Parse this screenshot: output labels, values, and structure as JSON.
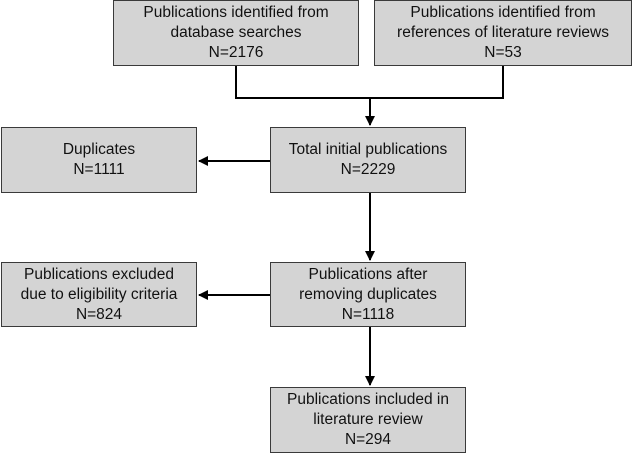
{
  "diagram": {
    "type": "flowchart",
    "colors": {
      "box_fill": "#d4d4d4",
      "box_border": "#3a3a3a",
      "line": "#000000",
      "text": "#111111"
    },
    "nodes": {
      "database_searches": {
        "lines": [
          "Publications identified from",
          "database searches",
          "N=2176"
        ]
      },
      "literature_references": {
        "lines": [
          "Publications identified from",
          "references of literature reviews",
          "N=53"
        ]
      },
      "total_initial": {
        "lines": [
          "Total initial publications",
          "N=2229"
        ]
      },
      "duplicates": {
        "lines": [
          "Duplicates",
          "N=1111"
        ]
      },
      "after_duplicates": {
        "lines": [
          "Publications after",
          "removing duplicates",
          "N=1118"
        ]
      },
      "excluded": {
        "lines": [
          "Publications excluded",
          "due to eligibility criteria",
          "N=824"
        ]
      },
      "included": {
        "lines": [
          "Publications included in",
          "literature review",
          "N=294"
        ]
      }
    },
    "edges": [
      {
        "from": "database_searches",
        "to": "total_initial"
      },
      {
        "from": "literature_references",
        "to": "total_initial"
      },
      {
        "from": "total_initial",
        "to": "duplicates"
      },
      {
        "from": "total_initial",
        "to": "after_duplicates"
      },
      {
        "from": "after_duplicates",
        "to": "excluded"
      },
      {
        "from": "after_duplicates",
        "to": "included"
      }
    ]
  }
}
